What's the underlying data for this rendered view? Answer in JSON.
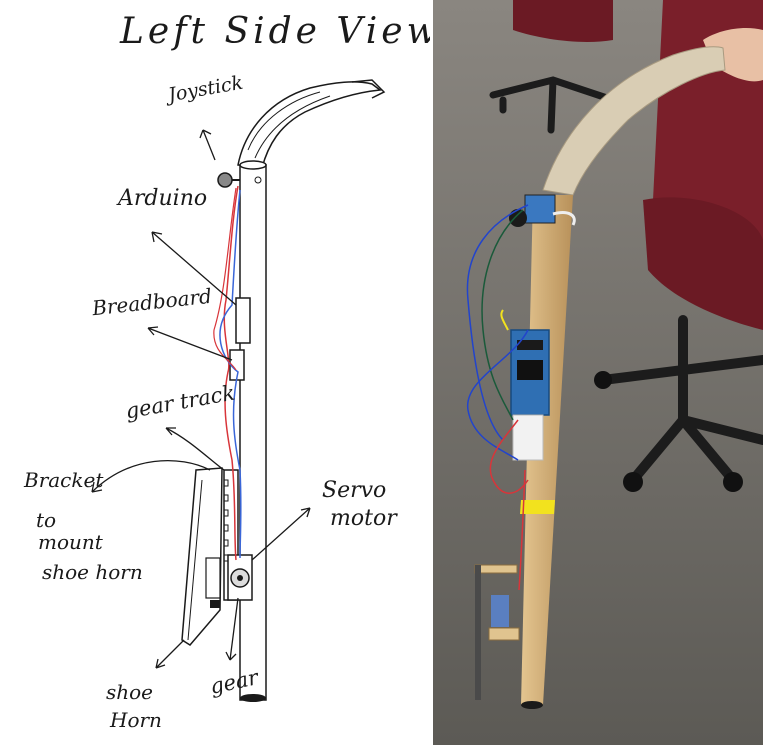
{
  "sketch": {
    "title": "Left Side View",
    "labels": {
      "joystick": "Joystick",
      "arduino": "Arduino",
      "breadboard": "Breadboard",
      "gear_track": "gear track",
      "bracket_1": "Bracket",
      "bracket_2": "to",
      "bracket_3": "mount",
      "bracket_4": "shoe horn",
      "servo_1": "Servo",
      "servo_2": "motor",
      "shoe_horn_1": "shoe",
      "shoe_horn_2": "Horn",
      "gear": "gear"
    },
    "colors": {
      "ink": "#1a1a1a",
      "wire_red": "#d8353a",
      "wire_blue": "#3a66d8"
    }
  },
  "photo": {
    "colors": {
      "carpet": "#6e6c66",
      "chair": "#7a1f2a",
      "wood": "#d2b27a",
      "antler": "#d9cdb4",
      "board": "#2f6fb3",
      "tape": "#f2e21e"
    }
  }
}
